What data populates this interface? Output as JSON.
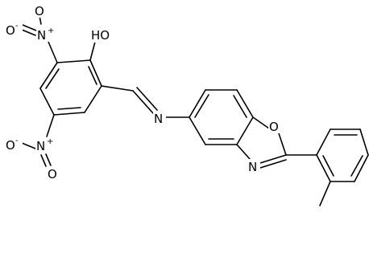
{
  "molecule": {
    "atom_labels": {
      "oh": "HO",
      "o_top": "O",
      "n_top": "N",
      "o_left_top": "O",
      "minus_top": "-",
      "plus_top": "+",
      "o_bottom": "O",
      "n_bottom": "N",
      "o_left_bottom": "O",
      "minus_bottom": "-",
      "plus_bottom": "+",
      "imine_n": "N",
      "ring_o": "O",
      "ring_n": "N"
    }
  }
}
